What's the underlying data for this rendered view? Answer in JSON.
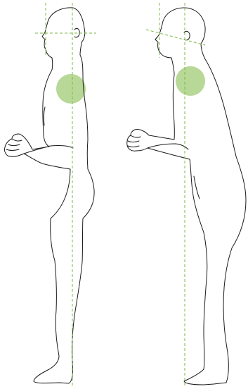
{
  "figures": [
    {
      "id": "upright",
      "posture": "upright"
    },
    {
      "id": "stooped",
      "posture": "stooped"
    }
  ],
  "colors": {
    "outline": "#1a1a1a",
    "guide_line": "#7dba43",
    "upper_back_marker": "#9fcb73",
    "background": "#ffffff"
  }
}
